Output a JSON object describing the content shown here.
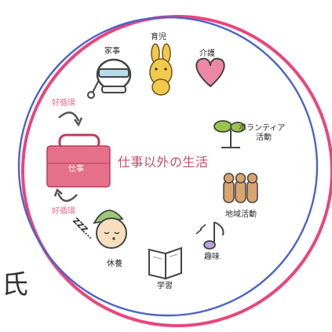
{
  "center_title": "仕事以外の生活",
  "work_label": "仕事",
  "cycle_top": "好循環",
  "cycle_bottom": "好循環",
  "items": {
    "ikuji": "育児",
    "kaigo": "介護",
    "kaji": "家事",
    "volunteer_1": "ボランティア",
    "volunteer_2": "活動",
    "chiiki": "地域活動",
    "shumi": "趣味",
    "gakushu": "学習",
    "kyuyo": "休養",
    "zzz": "ZZZ..."
  },
  "edge_char": "氏",
  "colors": {
    "ring_outer": "#e8467c",
    "ring_inner": "#4a64c8",
    "work_bag": "#e47189",
    "accent_text": "#c24f6c"
  }
}
